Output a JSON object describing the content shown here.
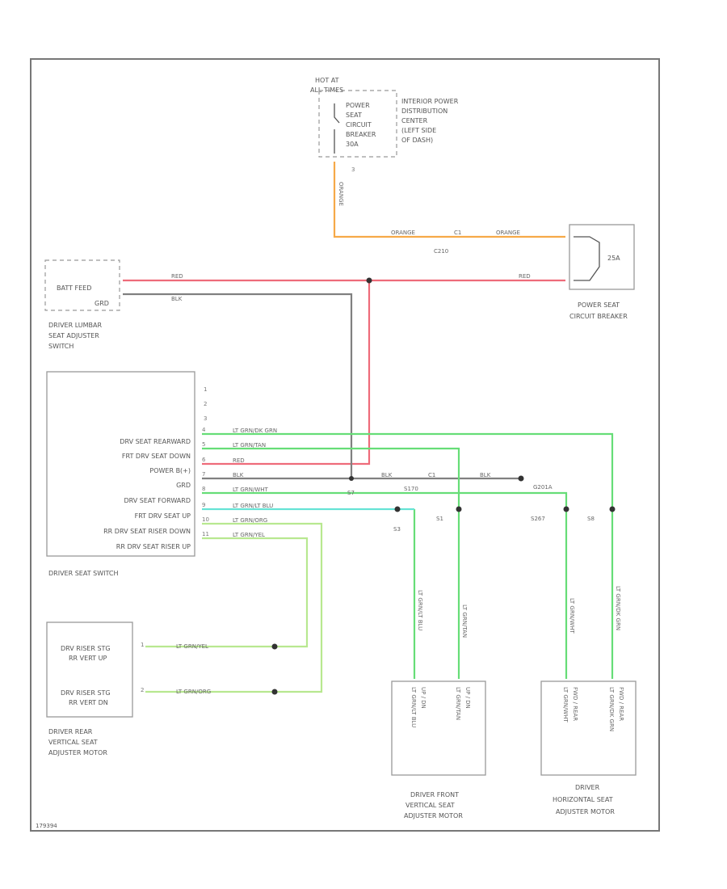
{
  "colors": {
    "red": "#ee6b7a",
    "gray": "#808080",
    "orange": "#f6a948",
    "green": "#66dd77",
    "light_green": "#b8e890",
    "cyan": "#66e3d5",
    "frame": "#777777"
  },
  "fuse_block": {
    "hot_label_1": "HOT AT",
    "hot_label_2": "ALL TIMES",
    "item_lines": [
      "POWER",
      "SEAT",
      "CIRCUIT",
      "BREAKER",
      "30A"
    ],
    "desc_lines": [
      "INTERIOR POWER",
      "DISTRIBUTION",
      "CENTER",
      "(LEFT SIDE",
      "OF DASH)"
    ],
    "pin": "3"
  },
  "circuit_breaker": {
    "label_1": "POWER SEAT",
    "label_2": "CIRCUIT BREAKER",
    "rating": "25A"
  },
  "orange_wire": {
    "vertical_label": "ORANGE",
    "label_left": "ORANGE",
    "connector": "C1",
    "label_right": "ORANGE",
    "splice": "C210"
  },
  "lumbar_switch": {
    "labels": [
      "BATT FEED",
      "GRD"
    ],
    "name_lines": [
      "DRIVER LUMBAR",
      "SEAT ADJUSTER",
      "SWITCH"
    ]
  },
  "lumbar_wires": {
    "red": "RED",
    "black": "BLK"
  },
  "breaker_feed_label": "RED",
  "driver_seat_switch": {
    "name": "DRIVER SEAT SWITCH",
    "extra_pins": [
      "1",
      "2",
      "3"
    ],
    "rows": [
      {
        "label": "DRV SEAT REARWARD",
        "pin": "4",
        "wire": "LT GRN/DK GRN"
      },
      {
        "label": "FRT DRV SEAT DOWN",
        "pin": "5",
        "wire": "LT GRN/TAN"
      },
      {
        "label": "POWER B(+)",
        "pin": "6",
        "wire": "RED"
      },
      {
        "label": "GRD",
        "pin": "7",
        "wire": "BLK"
      },
      {
        "label": "DRV SEAT FORWARD",
        "pin": "8",
        "wire": "LT GRN/WHT"
      },
      {
        "label": "FRT DRV SEAT UP",
        "pin": "9",
        "wire": "LT GRN/LT BLU"
      },
      {
        "label": "RR DRV SEAT RISER DOWN",
        "pin": "10",
        "wire": "LT GRN/ORG"
      },
      {
        "label": "RR DRV SEAT RISER UP",
        "pin": "11",
        "wire": "LT GRN/YEL"
      }
    ]
  },
  "ground": {
    "label_1": "BLK",
    "connector": "C1",
    "label_2": "BLK",
    "ground_id": "G201A",
    "splice_text": "S170",
    "s_under_switch": "S7"
  },
  "splices": {
    "s3": "S3",
    "s1": "S1",
    "s267": "S267",
    "s8": "S8"
  },
  "rear_motor": {
    "rows": [
      {
        "label_1": "DRV RISER STG",
        "label_2": "RR VERT UP",
        "pin": "1",
        "wire": "LT GRN/YEL"
      },
      {
        "label_1": "DRV RISER STG",
        "label_2": "RR VERT DN",
        "pin": "2",
        "wire": "LT GRN/ORG"
      }
    ],
    "name_lines": [
      "DRIVER REAR",
      "VERTICAL SEAT",
      "ADJUSTER MOTOR"
    ]
  },
  "front_motor": {
    "wires": [
      "LT GRN/LT BLU",
      "LT GRN/TAN"
    ],
    "inside": [
      [
        "LT GRN/LT BLU",
        "UP / DN"
      ],
      [
        "LT GRN/TAN",
        "UP / DN"
      ]
    ],
    "name_lines": [
      "DRIVER FRONT",
      "VERTICAL SEAT",
      "ADJUSTER MOTOR"
    ]
  },
  "horizontal_motor": {
    "wires": [
      "LT GRN/WHT",
      "LT GRN/DK GRN"
    ],
    "inside": [
      [
        "LT GRN/WHT",
        "FWD / REAR"
      ],
      [
        "LT GRN/DK GRN",
        "FWD / REAR"
      ]
    ],
    "name_lines": [
      "DRIVER",
      "HORIZONTAL SEAT",
      "ADJUSTER MOTOR"
    ]
  },
  "footer_id": "179394"
}
